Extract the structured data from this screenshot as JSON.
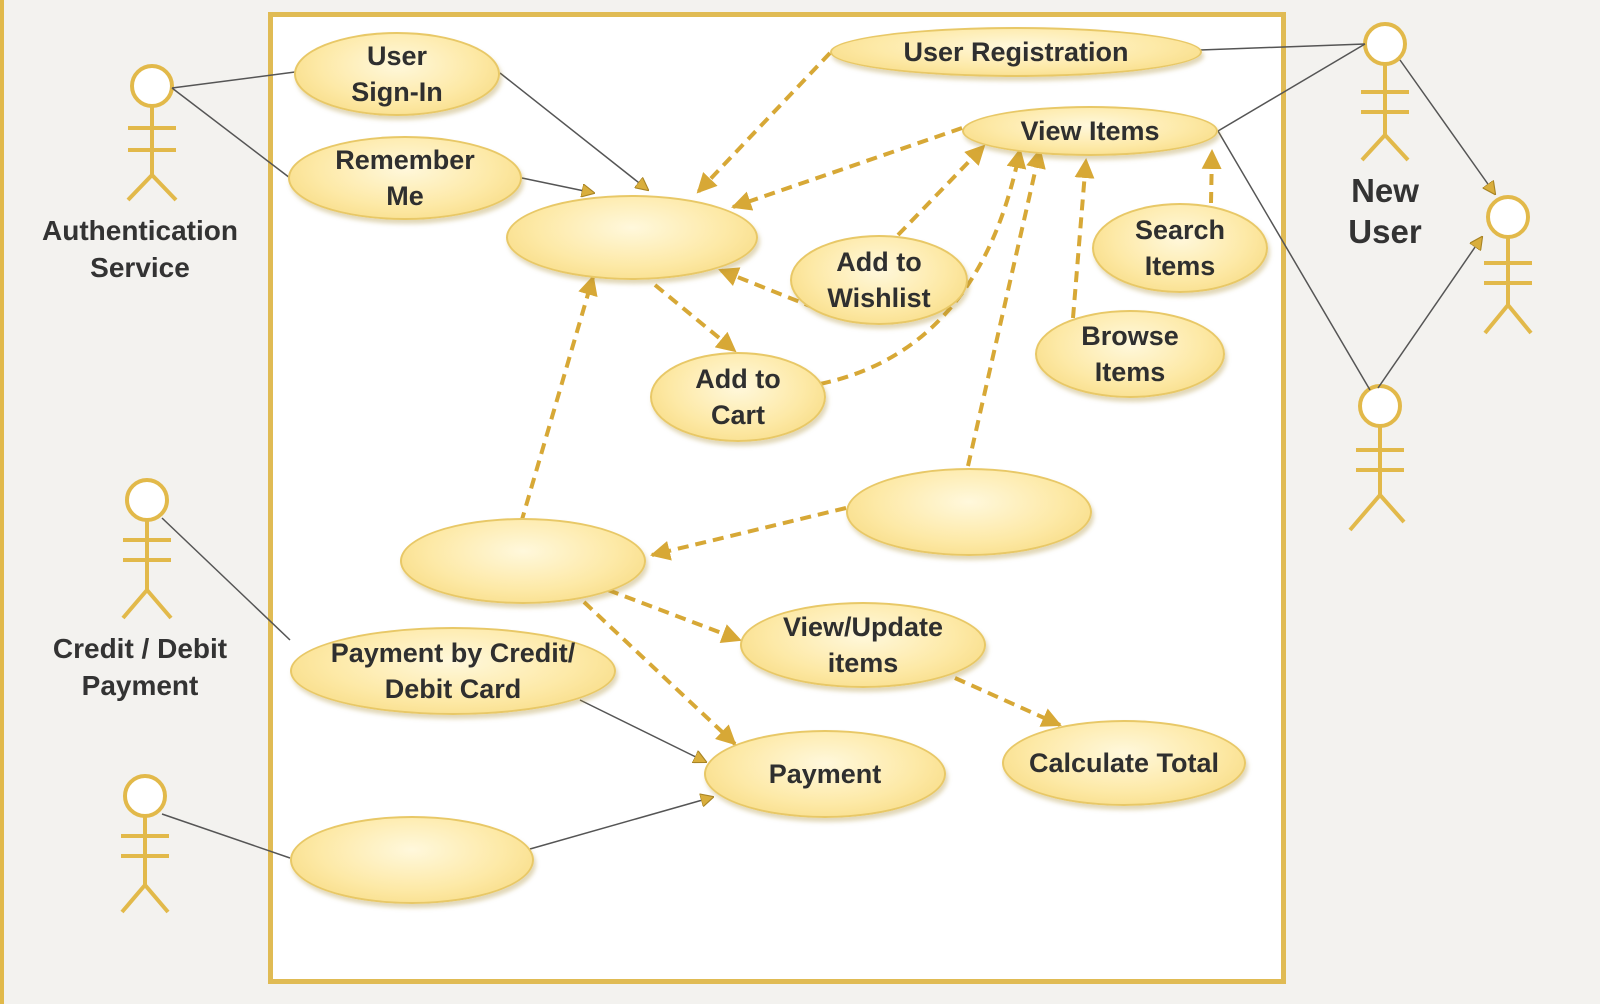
{
  "diagram": {
    "actors": {
      "authentication": "Authentication\nService",
      "new_user": "New\nUser",
      "credit_debit": "Credit / Debit\nPayment",
      "guest": "",
      "other": ""
    },
    "use_cases": {
      "user_sign_in": "User\nSign-In",
      "remember_me": "Remember\nMe",
      "user_registration": "User Registration",
      "view_items": "View Items",
      "login": "",
      "add_to_wishlist": "Add to\nWishlist",
      "search_items": "Search\nItems",
      "browse_items": "Browse\nItems",
      "add_to_cart": "Add to\nCart",
      "checkout": "",
      "view_cart": "",
      "view_update_items": "View/Update\nitems",
      "payment_card": "Payment by Credit/\nDebit Card",
      "payment": "Payment",
      "calculate_total": "Calculate Total",
      "payment_other": ""
    }
  },
  "colors": {
    "accent": "#e0bb54",
    "dashed_arrow": "#d7a836",
    "use_case_fill": "#fde9a6",
    "text": "#2f2f2f"
  }
}
